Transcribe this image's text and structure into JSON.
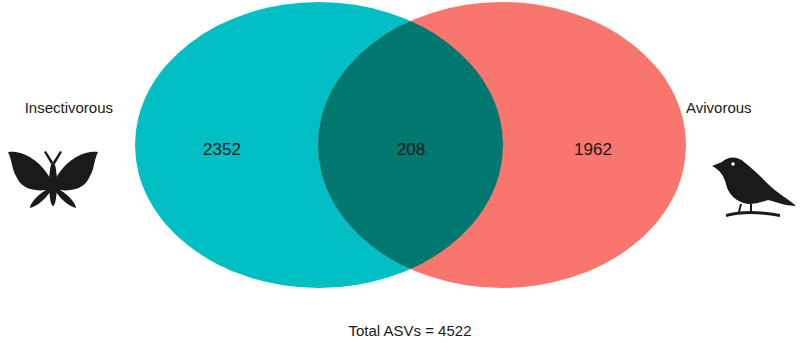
{
  "diagram": {
    "nodes": [
      {
        "text": [
          "Insectivorous",
          "2352"
        ]
      },
      {
        "text": [
          "Avivorous",
          "1962"
        ]
      },
      {
        "text": [
          "208"
        ]
      }
    ],
    "labels": [
      "Total ASVs = 4522"
    ]
  }
}
